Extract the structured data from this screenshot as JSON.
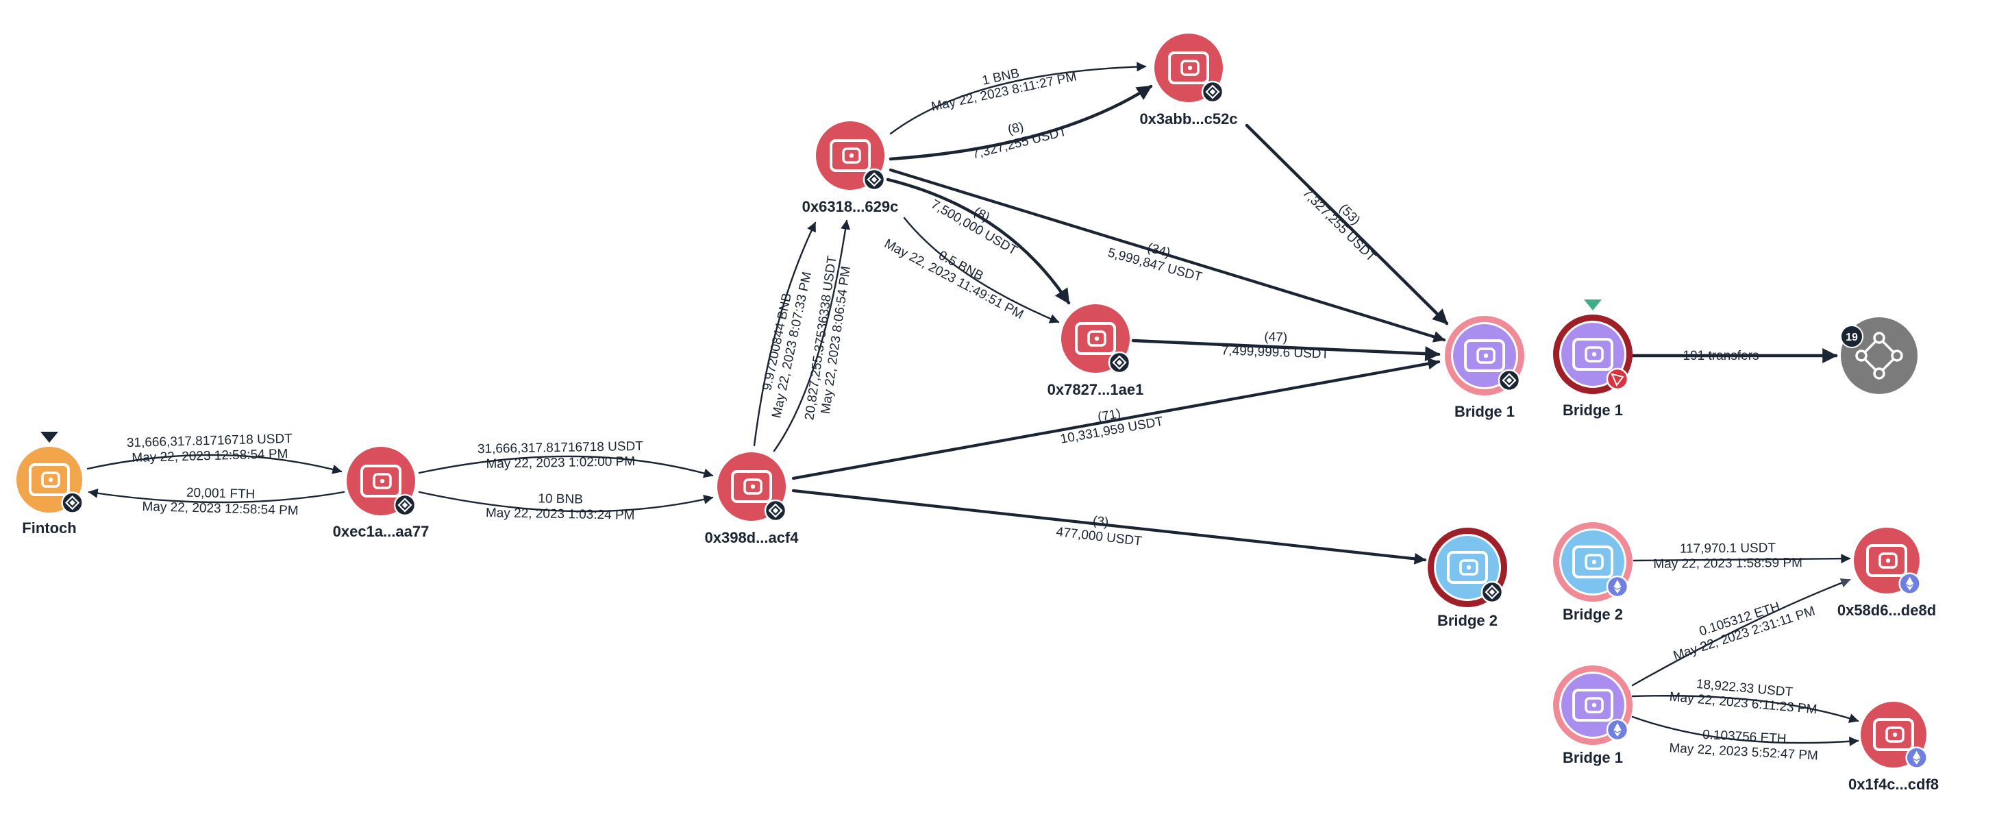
{
  "colors": {
    "wallet_red": "#d94f5c",
    "wallet_orange": "#f2a54a",
    "bridge_purple": "#a98ef0",
    "bridge_blue": "#7cc3ef",
    "ring_dark_red": "#9e1f28",
    "ring_pink": "#ef8a96",
    "cluster_gray": "#7b7b7b",
    "edge": "#1b2433",
    "marker_dark": "#1b2433",
    "marker_green": "#3fae85"
  },
  "nodes": [
    {
      "id": "fintoch",
      "label": "Fintoch",
      "type": "wallet",
      "fill": "wallet_orange",
      "ring": null,
      "chain": "bnb-icon",
      "marker": "dark"
    },
    {
      "id": "0xec1a",
      "label": "0xec1a...aa77",
      "type": "wallet",
      "fill": "wallet_red",
      "ring": null,
      "chain": "bnb-icon"
    },
    {
      "id": "0x398d",
      "label": "0x398d...acf4",
      "type": "wallet",
      "fill": "wallet_red",
      "ring": null,
      "chain": "bnb-icon"
    },
    {
      "id": "0x6318",
      "label": "0x6318...629c",
      "type": "wallet",
      "fill": "wallet_red",
      "ring": null,
      "chain": "bnb-icon"
    },
    {
      "id": "0x3abb",
      "label": "0x3abb...c52c",
      "type": "wallet",
      "fill": "wallet_red",
      "ring": null,
      "chain": "bnb-icon"
    },
    {
      "id": "0x7827",
      "label": "0x7827...1ae1",
      "type": "wallet",
      "fill": "wallet_red",
      "ring": null,
      "chain": "bnb-icon"
    },
    {
      "id": "bridge1a",
      "label": "Bridge 1",
      "type": "bridge",
      "fill": "bridge_purple",
      "ring": "ring_pink",
      "chain": "bnb-icon"
    },
    {
      "id": "bridge1b",
      "label": "Bridge 1",
      "type": "bridge",
      "fill": "bridge_purple",
      "ring": "ring_dark_red",
      "chain": "tron-icon",
      "marker": "green"
    },
    {
      "id": "cluster",
      "label": "",
      "type": "cluster",
      "fill": "cluster_gray",
      "ring": null,
      "chain": null,
      "count": "19"
    },
    {
      "id": "bridge2a",
      "label": "Bridge 2",
      "type": "bridge",
      "fill": "bridge_blue",
      "ring": "ring_dark_red",
      "chain": "bnb-icon"
    },
    {
      "id": "bridge2b",
      "label": "Bridge 2",
      "type": "bridge",
      "fill": "bridge_blue",
      "ring": "ring_pink",
      "chain": "eth-icon"
    },
    {
      "id": "0x58d6",
      "label": "0x58d6...de8d",
      "type": "wallet",
      "fill": "wallet_red",
      "ring": null,
      "chain": "eth-icon"
    },
    {
      "id": "bridge1c",
      "label": "Bridge 1",
      "type": "bridge",
      "fill": "bridge_purple",
      "ring": "ring_pink",
      "chain": "eth-icon"
    },
    {
      "id": "0x1f4c",
      "label": "0x1f4c...cdf8",
      "type": "wallet",
      "fill": "wallet_red",
      "ring": null,
      "chain": "eth-icon"
    }
  ],
  "edges": [
    {
      "id": "e1",
      "from": "fintoch",
      "to": "0xec1a",
      "lines": [
        "31,666,317.81716718 USDT",
        "May 22, 2023 12:58:54 PM"
      ]
    },
    {
      "id": "e2",
      "from": "0xec1a",
      "to": "fintoch",
      "lines": [
        "20,001 FTH",
        "May 22, 2023 12:58:54 PM"
      ]
    },
    {
      "id": "e3",
      "from": "0xec1a",
      "to": "0x398d",
      "lines": [
        "31,666,317.81716718 USDT",
        "May 22, 2023 1:02:00 PM"
      ]
    },
    {
      "id": "e4",
      "from": "0xec1a",
      "to": "0x398d",
      "lines": [
        "10 BNB",
        "May 22, 2023 1:03:24 PM"
      ]
    },
    {
      "id": "e5",
      "from": "0x398d",
      "to": "0x6318",
      "lines": [
        "9.97200844 BNB",
        "May 22, 2023 8:07:33 PM"
      ]
    },
    {
      "id": "e6",
      "from": "0x398d",
      "to": "0x6318",
      "lines": [
        "20,827,255.37536338 USDT",
        "May 22, 2023 8:06:54 PM"
      ]
    },
    {
      "id": "e7",
      "from": "0x6318",
      "to": "0x3abb",
      "lines": [
        "1 BNB",
        "May 22, 2023 8:11:27 PM"
      ]
    },
    {
      "id": "e8",
      "from": "0x6318",
      "to": "0x3abb",
      "lines": [
        "(8)",
        "7,327,255 USDT"
      ]
    },
    {
      "id": "e9",
      "from": "0x6318",
      "to": "0x7827",
      "lines": [
        "(8)",
        "7,500,000 USDT"
      ]
    },
    {
      "id": "e10",
      "from": "0x6318",
      "to": "0x7827",
      "lines": [
        "0.5 BNB",
        "May 22, 2023 11:49:51 PM"
      ]
    },
    {
      "id": "e11",
      "from": "0x6318",
      "to": "bridge1a",
      "lines": [
        "(34)",
        "5,999,847 USDT"
      ]
    },
    {
      "id": "e12",
      "from": "0x3abb",
      "to": "bridge1a",
      "lines": [
        "(53)",
        "7,327,255 USDT"
      ]
    },
    {
      "id": "e13",
      "from": "0x7827",
      "to": "bridge1a",
      "lines": [
        "(47)",
        "7,499,999.6 USDT"
      ]
    },
    {
      "id": "e14",
      "from": "0x398d",
      "to": "bridge1a",
      "lines": [
        "(71)",
        "10,331,959 USDT"
      ]
    },
    {
      "id": "e15",
      "from": "0x398d",
      "to": "bridge2a",
      "lines": [
        "(3)",
        "477,000 USDT"
      ]
    },
    {
      "id": "e16",
      "from": "bridge1b",
      "to": "cluster",
      "lines": [
        "191 transfers"
      ]
    },
    {
      "id": "e17",
      "from": "bridge2b",
      "to": "0x58d6",
      "lines": [
        "117,970.1 USDT",
        "May 22, 2023 1:58:59 PM"
      ]
    },
    {
      "id": "e18",
      "from": "bridge1c",
      "to": "0x58d6",
      "lines": [
        "0.105312 ETH",
        "May 22, 2023 2:31:11 PM"
      ]
    },
    {
      "id": "e19",
      "from": "bridge1c",
      "to": "0x1f4c",
      "lines": [
        "18,922.33 USDT",
        "May 22, 2023 6:11:23 PM"
      ]
    },
    {
      "id": "e20",
      "from": "bridge1c",
      "to": "0x1f4c",
      "lines": [
        "0.103756 ETH",
        "May 22, 2023 5:52:47 PM"
      ]
    }
  ]
}
